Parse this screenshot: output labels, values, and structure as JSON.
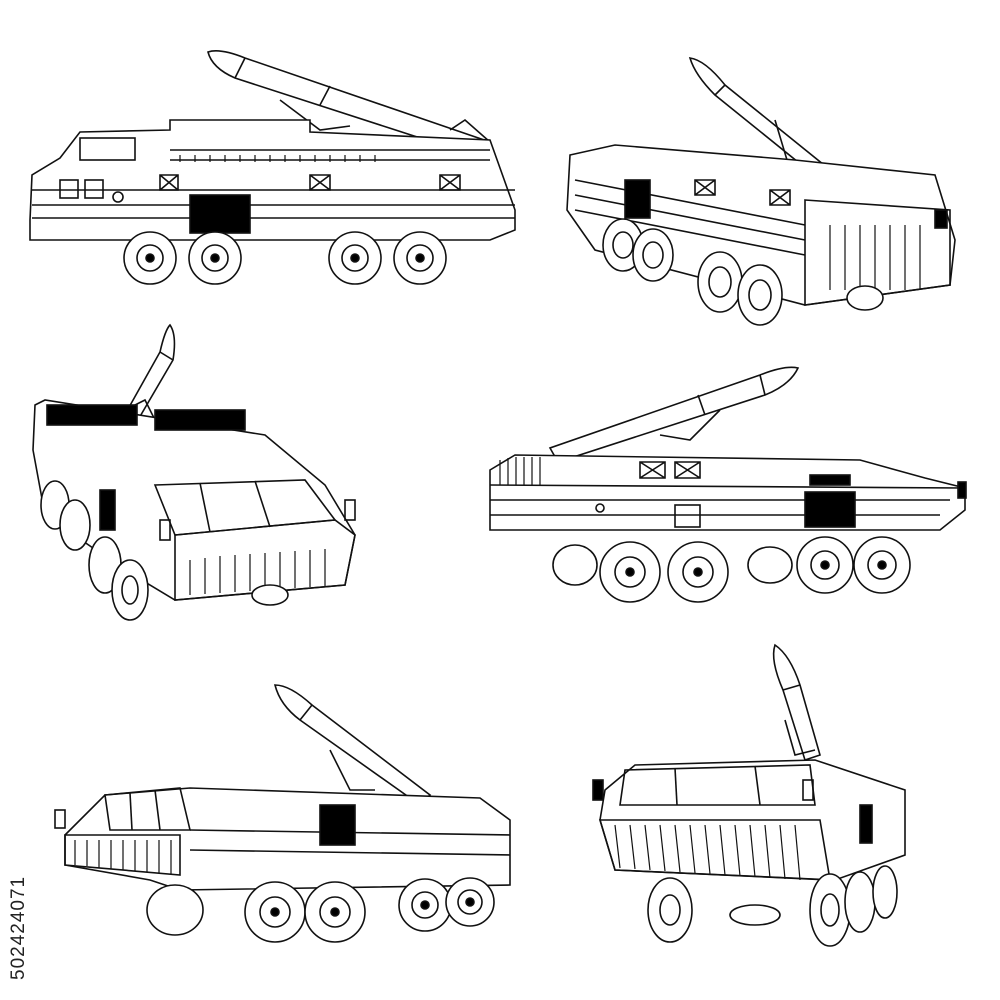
{
  "stock_id": "502424071",
  "colors": {
    "line": "#111111",
    "fill": "#ffffff",
    "dark": "#000000"
  },
  "vehicles": [
    {
      "view": "side-left"
    },
    {
      "view": "rear-three-quarter"
    },
    {
      "view": "front-three-quarter-left"
    },
    {
      "view": "side-right"
    },
    {
      "view": "front-three-quarter-low"
    },
    {
      "view": "front-right"
    }
  ]
}
